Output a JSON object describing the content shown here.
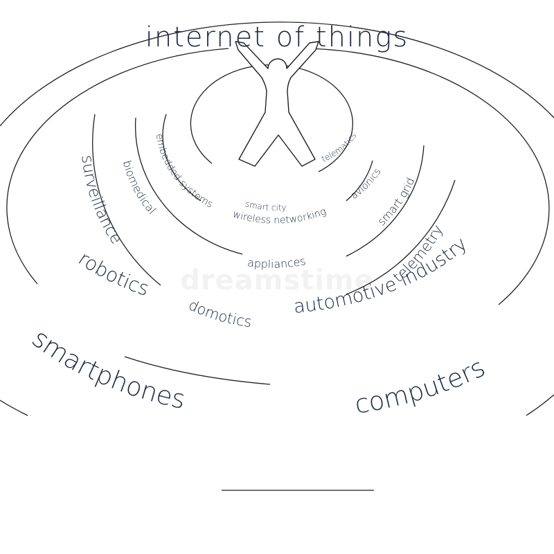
{
  "title": "internet of things",
  "watermark": "dreamstime",
  "colors": {
    "ink": "#1e2a44",
    "stroke": "#1f1f22",
    "background": "#ffffff"
  },
  "figure_icon": "person-arms-raised-icon",
  "labels": [
    "smart city",
    "telematics",
    "embedded systems",
    "wireless networking",
    "avionics",
    "biomedical",
    "appliances",
    "smart grid",
    "surveillance",
    "domotics",
    "telemetry",
    "robotics",
    "automotive industry",
    "smartphones",
    "computers"
  ]
}
